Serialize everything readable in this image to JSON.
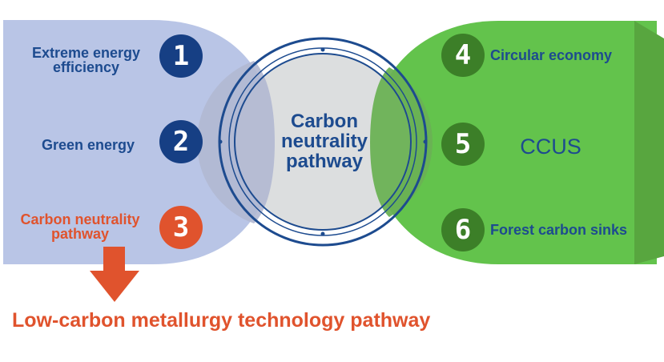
{
  "colors": {
    "left_fill": "#b9c5e6",
    "right_fill": "#63c34c",
    "right_edge": "#58a63f",
    "ring": "#1d4b8f",
    "blue_text": "#1d4b8f",
    "orange": "#e0532d",
    "green_number": "#3c7f28"
  },
  "center": {
    "title_line1": "Carbon",
    "title_line2": "neutrality",
    "title_line3": "pathway"
  },
  "left_items": [
    {
      "number": "1",
      "line1": "Extreme energy",
      "line2": "efficiency"
    },
    {
      "number": "2",
      "line1": "Green energy",
      "line2": ""
    },
    {
      "number": "3",
      "line1": "Carbon neutrality",
      "line2": "pathway"
    }
  ],
  "right_items": [
    {
      "number": "4",
      "label": "Circular economy"
    },
    {
      "number": "5",
      "label": "CCUS"
    },
    {
      "number": "6",
      "label": "Forest carbon sinks"
    }
  ],
  "bottom": {
    "title": "Low-carbon metallurgy technology pathway"
  },
  "icons": {
    "arrow": "arrow-down-icon"
  }
}
